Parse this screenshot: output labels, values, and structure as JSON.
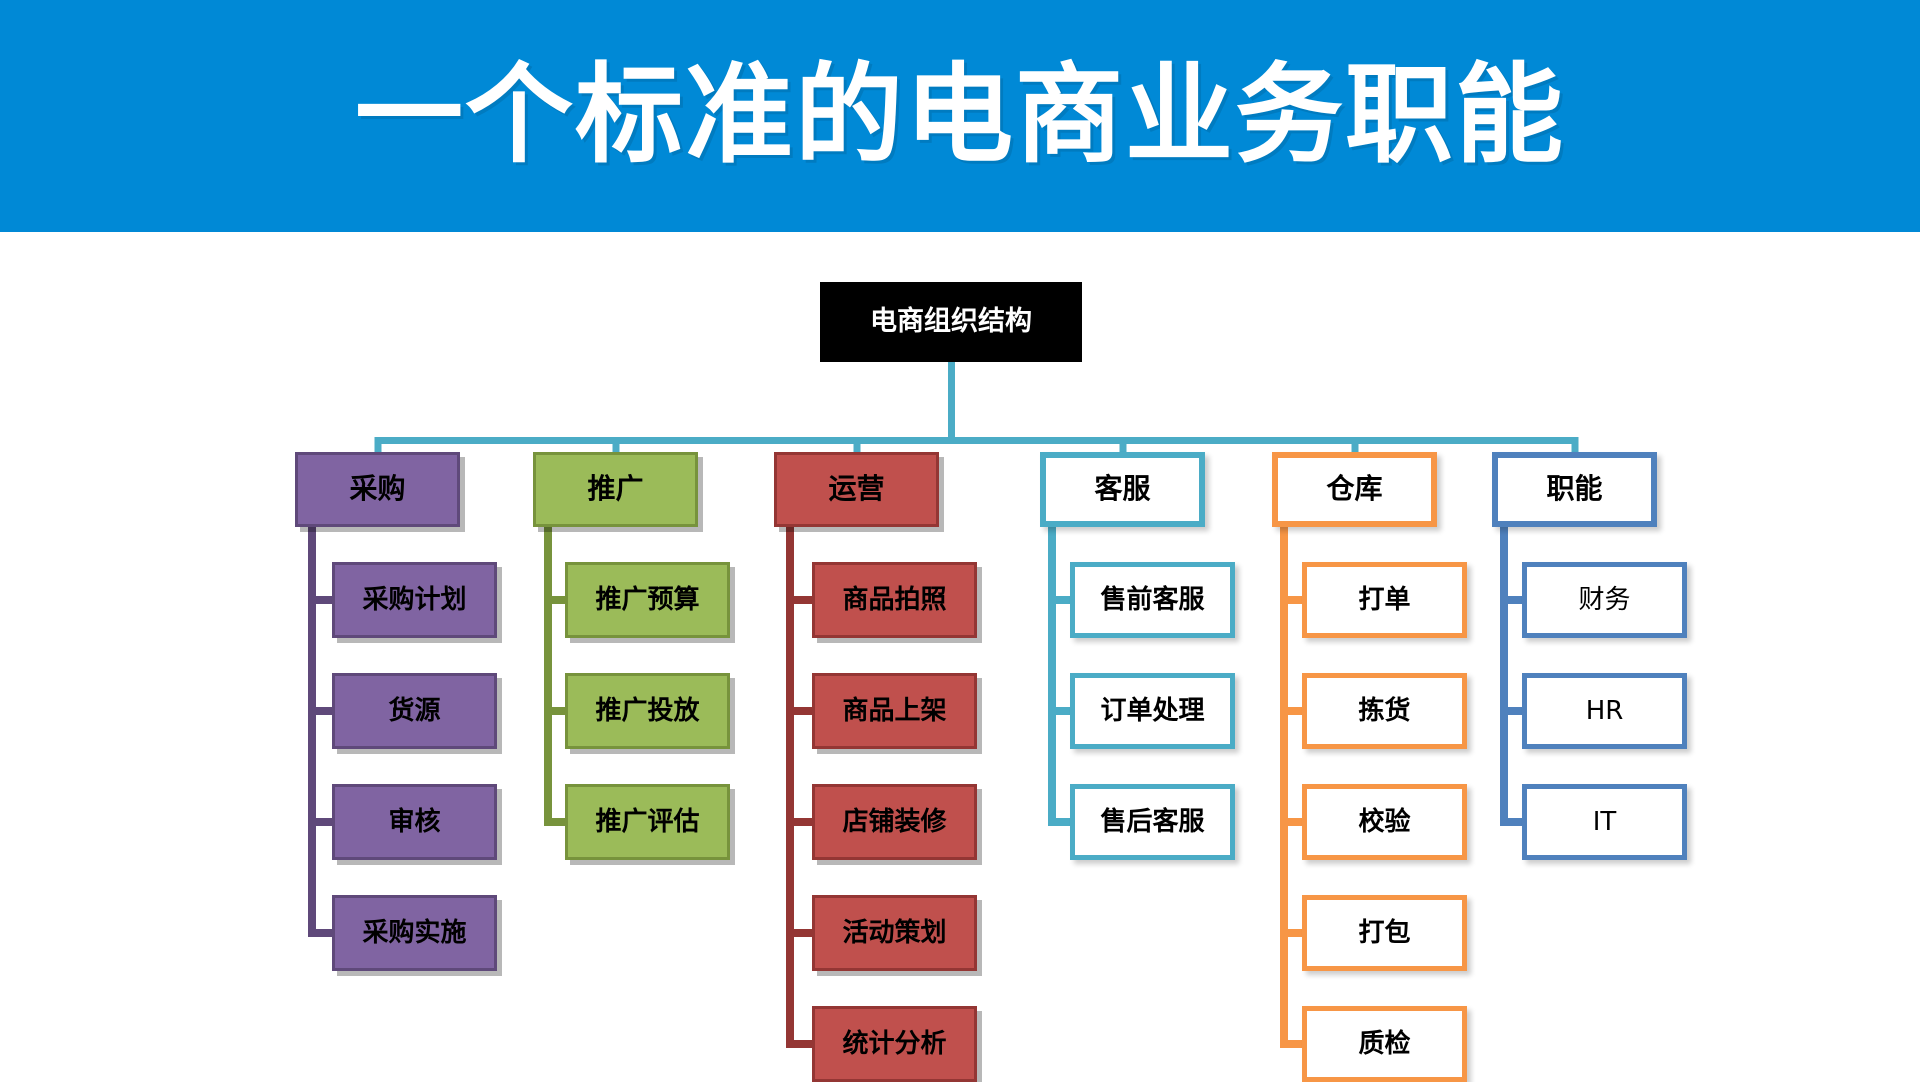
{
  "banner": {
    "title": "一个标准的电商业务职能",
    "bg_color": "#0089D6",
    "text_color": "#FFFFFF"
  },
  "colors": {
    "connector": "#4BACC6",
    "root_fill": "#000000",
    "root_text": "#FFFFFF",
    "purple_fill": "#8064A2",
    "purple_border": "#5F497A",
    "green_fill": "#9BBB59",
    "green_border": "#77933C",
    "red_fill": "#C0504D",
    "red_border": "#943634",
    "teal_border": "#4BACC6",
    "orange_border": "#F79646",
    "blue_border": "#4F81BD",
    "white_fill": "#FFFFFF",
    "page_bg": "#FFFFFF"
  },
  "chart_data": {
    "type": "diagram",
    "diagram_type": "organization-chart",
    "title": "一个标准的电商业务职能",
    "root": "电商组织结构",
    "branches": [
      {
        "label": "采购",
        "style": "filled-purple",
        "children": [
          "采购计划",
          "货源",
          "审核",
          "采购实施"
        ]
      },
      {
        "label": "推广",
        "style": "filled-green",
        "children": [
          "推广预算",
          "推广投放",
          "推广评估"
        ]
      },
      {
        "label": "运营",
        "style": "filled-red",
        "children": [
          "商品拍照",
          "商品上架",
          "店铺装修",
          "活动策划",
          "统计分析"
        ]
      },
      {
        "label": "客服",
        "style": "outline-teal",
        "children": [
          "售前客服",
          "订单处理",
          "售后客服"
        ]
      },
      {
        "label": "仓库",
        "style": "outline-orange",
        "children": [
          "打单",
          "拣货",
          "校验",
          "打包",
          "质检"
        ]
      },
      {
        "label": "职能",
        "style": "outline-blue",
        "children": [
          "财务",
          "HR",
          "IT"
        ]
      }
    ]
  },
  "root": {
    "label": "电商组织结构"
  },
  "branches": [
    {
      "label": "采购",
      "children": [
        {
          "label": "采购计划"
        },
        {
          "label": "货源"
        },
        {
          "label": "审核"
        },
        {
          "label": "采购实施"
        }
      ]
    },
    {
      "label": "推广",
      "children": [
        {
          "label": "推广预算"
        },
        {
          "label": "推广投放"
        },
        {
          "label": "推广评估"
        }
      ]
    },
    {
      "label": "运营",
      "children": [
        {
          "label": "商品拍照"
        },
        {
          "label": "商品上架"
        },
        {
          "label": "店铺装修"
        },
        {
          "label": "活动策划"
        },
        {
          "label": "统计分析"
        }
      ]
    },
    {
      "label": "客服",
      "children": [
        {
          "label": "售前客服"
        },
        {
          "label": "订单处理"
        },
        {
          "label": "售后客服"
        }
      ]
    },
    {
      "label": "仓库",
      "children": [
        {
          "label": "打单"
        },
        {
          "label": "拣货"
        },
        {
          "label": "校验"
        },
        {
          "label": "打包"
        },
        {
          "label": "质检"
        }
      ]
    },
    {
      "label": "职能",
      "children": [
        {
          "label": "财务"
        },
        {
          "label": "HR"
        },
        {
          "label": "IT"
        }
      ]
    }
  ]
}
